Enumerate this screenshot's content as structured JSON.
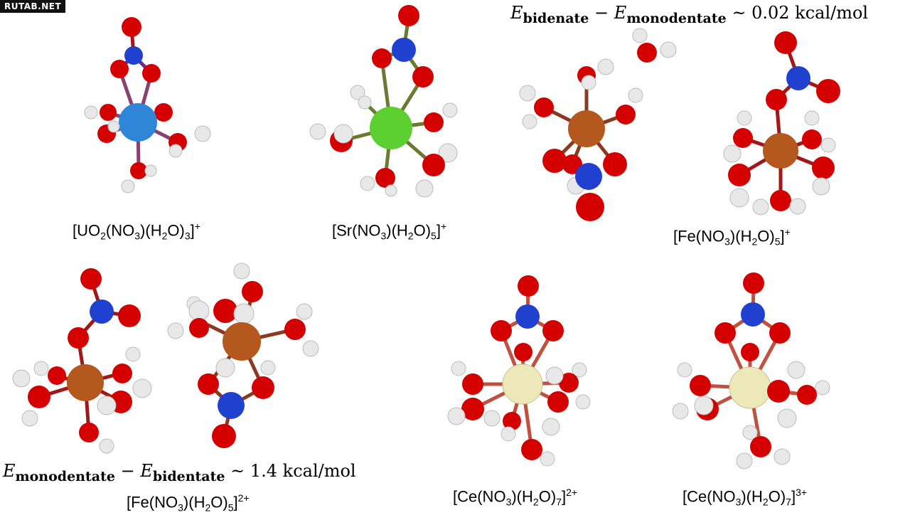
{
  "watermark": "RUTAB.NET",
  "energy_top": {
    "e1": "E",
    "s1": "bidenate",
    "minus": " − ",
    "e2": "E",
    "s2": "monodentate",
    "rest": " ~ 0.02 kcal/mol"
  },
  "energy_bottom": {
    "e1": "E",
    "s1": "monodentate",
    "minus": " − ",
    "e2": "E",
    "s2": "bidentate",
    "rest": " ~  1.4 kcal/mol"
  },
  "labels": [
    {
      "pre": "[UO",
      "s1": "2",
      "mid1": "(NO",
      "s2": "3",
      "mid2": ")(H",
      "s3": "2",
      "mid3": "O)",
      "s4": "3",
      "post": "]",
      "charge": "+"
    },
    {
      "pre": "[Sr(NO",
      "s1": "3",
      "mid1": ")(H",
      "s2": "2",
      "mid2": "O)",
      "s3": "5",
      "mid3": "]",
      "s4": "",
      "post": "",
      "charge": "+"
    },
    {
      "pre": "[Fe(NO",
      "s1": "3",
      "mid1": ")(H",
      "s2": "2",
      "mid2": "O)",
      "s3": "5",
      "mid3": "]",
      "s4": "",
      "post": "",
      "charge": "+"
    },
    {
      "pre": "[Fe(NO",
      "s1": "3",
      "mid1": ")(H",
      "s2": "2",
      "mid2": "O)",
      "s3": "5",
      "mid3": "]",
      "s4": "",
      "post": "",
      "charge": "2+"
    },
    {
      "pre": "[Ce(NO",
      "s1": "3",
      "mid1": ")(H",
      "s2": "2",
      "mid2": "O)",
      "s3": "7",
      "mid3": "]",
      "s4": "",
      "post": "",
      "charge": "2+"
    },
    {
      "pre": "[Ce(NO",
      "s1": "3",
      "mid1": ")(H",
      "s2": "2",
      "mid2": "O)",
      "s3": "7",
      "mid3": "]",
      "s4": "",
      "post": "",
      "charge": "3+"
    }
  ],
  "colors": {
    "oxygen": "#d40000",
    "nitrogen": "#2040d0",
    "hydrogen": "#e8e8e8",
    "uranium": "#2f86d8",
    "strontium": "#5cd030",
    "iron": "#b4581e",
    "cerium": "#ece8b8"
  }
}
